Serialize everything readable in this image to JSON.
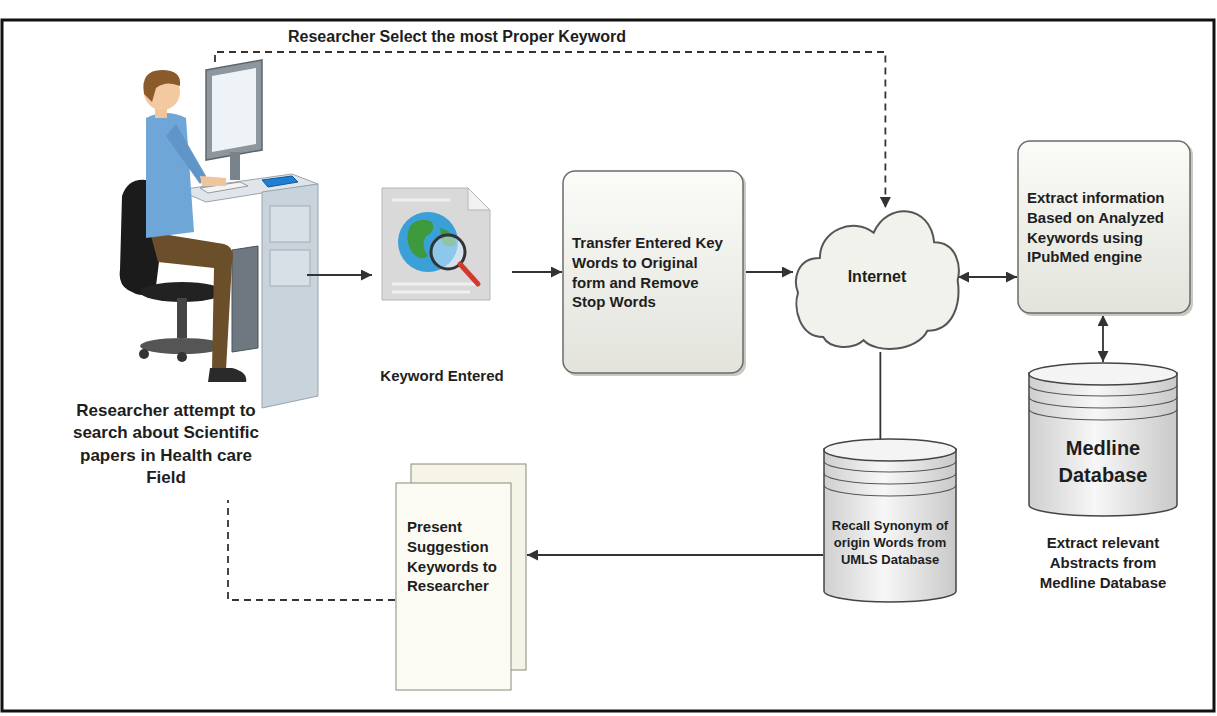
{
  "diagram": {
    "nodes": [
      {
        "text": [
          "Researcher attempt to search about Scientific papers in Health care Field"
        ]
      },
      {
        "text": [
          "Keyword Entered"
        ]
      },
      {
        "text": [
          "Transfer Entered Key Words to Original form and Remove Stop Words"
        ]
      },
      {
        "text": [
          "Internet"
        ]
      },
      {
        "text": [
          "Extract information Based on Analyzed Keywords using IPubMed engine"
        ]
      },
      {
        "text": [
          "Medline Database",
          "Extract relevant Abstracts from Medline Database"
        ]
      },
      {
        "text": [
          "Recall Synonym of origin Words from UMLS Database"
        ]
      },
      {
        "text": [
          "Present Suggestion Keywords to Researcher"
        ]
      }
    ],
    "edges": [
      {
        "from": 0,
        "to": 1,
        "arrow": "to"
      },
      {
        "from": 1,
        "to": 2,
        "arrow": "to"
      },
      {
        "from": 2,
        "to": 3,
        "arrow": "to"
      },
      {
        "from": 3,
        "to": 4,
        "arrow": "both"
      },
      {
        "from": 4,
        "to": 5,
        "arrow": "both"
      },
      {
        "from": 3,
        "to": 6,
        "arrow": "none"
      },
      {
        "from": 6,
        "to": 7,
        "arrow": "to"
      },
      {
        "from": 7,
        "to": 0,
        "arrow": "none"
      },
      {
        "from": 0,
        "to": 3,
        "label": "Researcher Select the most Proper Keyword",
        "arrow": "to"
      }
    ]
  }
}
